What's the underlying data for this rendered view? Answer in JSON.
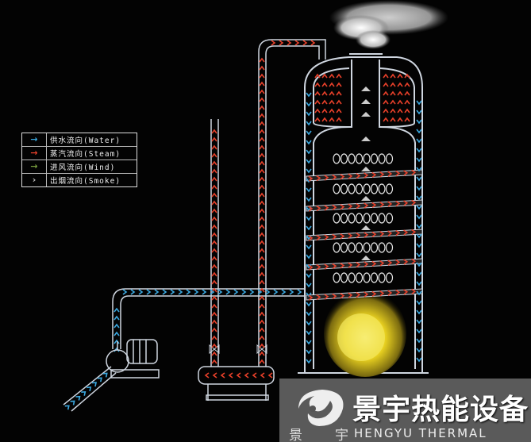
{
  "legend": {
    "items": [
      {
        "label": "供水流向(Water)",
        "arrow": "→",
        "color": "#3aa8e0"
      },
      {
        "label": "蒸汽流向(Steam)",
        "arrow": "→",
        "color": "#e8402a"
      },
      {
        "label": "进风流向(Wind)",
        "arrow": "→",
        "color": "#7aa040"
      },
      {
        "label": "出烟流向(Smoke)",
        "arrow": "›",
        "color": "#bbbbbb"
      }
    ]
  },
  "logo": {
    "name_cn": "景宇热能设备",
    "char1": "景",
    "char2": "宇",
    "name_en": "HENGYU  THERMAL"
  },
  "colors": {
    "water": "#3aa8e0",
    "steam": "#e8402a",
    "smoke": "#bbbbbb",
    "pipe": "#cfd6e0",
    "fire": "#e8d020"
  }
}
